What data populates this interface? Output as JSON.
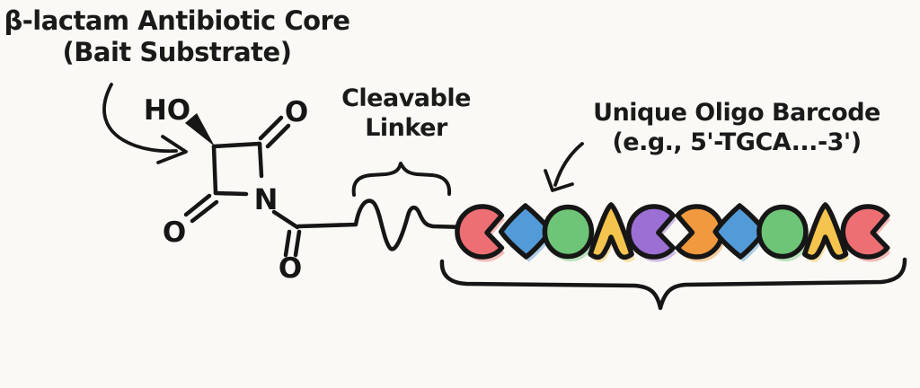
{
  "canvas": {
    "bg": "#faf9f5",
    "ink": "#161616"
  },
  "labels": {
    "core_line1": "β-lactam Antibiotic Core",
    "core_line2": "(Bait Substrate)",
    "linker_line1": "Cleavable",
    "linker_line2": "Linker",
    "barcode_line1": "Unique Oligo Barcode",
    "barcode_line2": "(e.g., 5'-TGCA...-3')"
  },
  "molecule": {
    "hydroxyl_label": "HO",
    "nitrogen_label": "N",
    "carbonyl_top_label": "O",
    "carbonyl_left_label": "O",
    "carbonyl_bottom_label": "O"
  },
  "barcode": {
    "units": [
      {
        "shape": "pacman-right",
        "color": "#ed6f73"
      },
      {
        "shape": "diamond",
        "color": "#539bd8"
      },
      {
        "shape": "circle",
        "color": "#6ec577"
      },
      {
        "shape": "chevron-up",
        "color": "#f5c44e"
      },
      {
        "shape": "pacman-right",
        "color": "#9b6fd4"
      },
      {
        "shape": "pacman-left",
        "color": "#f0993e"
      },
      {
        "shape": "diamond",
        "color": "#539bd8"
      },
      {
        "shape": "circle",
        "color": "#6ec577"
      },
      {
        "shape": "chevron-up",
        "color": "#f5c44e"
      },
      {
        "shape": "pacman-right",
        "color": "#ed6f73"
      }
    ]
  }
}
